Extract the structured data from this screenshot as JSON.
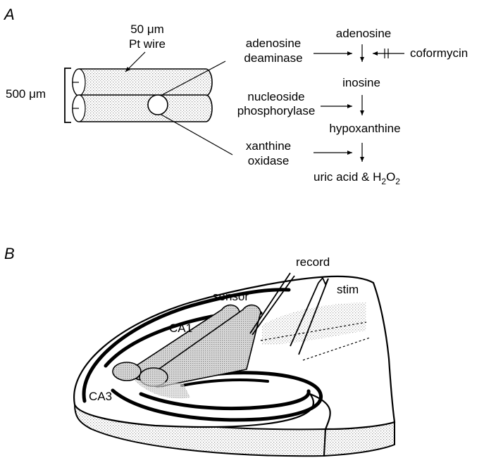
{
  "panel_a": {
    "letter": "A",
    "wire_label_line1": "50 μm",
    "wire_label_line2": "Pt wire",
    "scale_label": "500 μm",
    "enzymes": {
      "e1_line1": "adenosine",
      "e1_line2": "deaminase",
      "e2_line1": "nucleoside",
      "e2_line2": "phosphorylase",
      "e3_line1": "xanthine",
      "e3_line2": "oxidase"
    },
    "pathway": {
      "s1": "adenosine",
      "s2": "inosine",
      "s3": "hypoxanthine",
      "s4_prefix": "uric acid & H",
      "s4_sub1": "2",
      "s4_mid": "O",
      "s4_sub2": "2"
    },
    "inhibitor": "coformycin"
  },
  "panel_b": {
    "letter": "B",
    "record": "record",
    "stim": "stim",
    "sensor": "sensor",
    "ca1": "CA1",
    "ca3": "CA3"
  }
}
